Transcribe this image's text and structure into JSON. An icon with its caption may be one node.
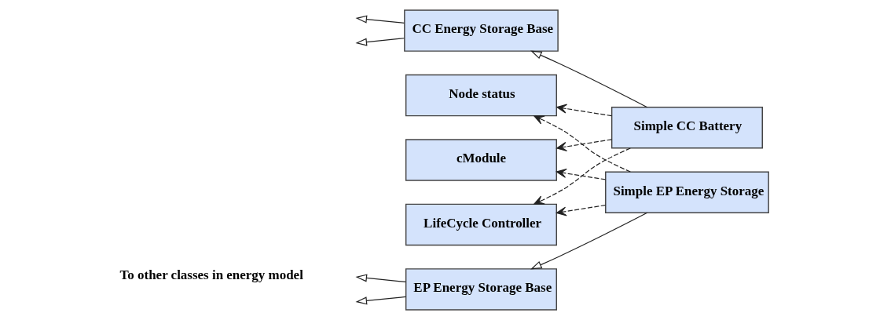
{
  "diagram": {
    "nodes": [
      {
        "text": [
          "Node status"
        ]
      },
      {
        "text": [
          "cModule"
        ]
      },
      {
        "text": [
          "LifeCycle Controller"
        ]
      },
      {
        "text": [
          "Simple EP Energy Storage"
        ]
      },
      {
        "text": [
          "Simple CC Battery"
        ]
      },
      {
        "text": [
          "EP Energy Storage Base"
        ]
      },
      {
        "text": [
          "CC Energy Storage Base"
        ]
      }
    ],
    "edges": [
      {
        "from": 3,
        "to": 0,
        "arrow": "to",
        "style": "dashed"
      },
      {
        "from": 3,
        "to": 1,
        "arrow": "to",
        "style": "dashed"
      },
      {
        "from": 3,
        "to": 2,
        "arrow": "to",
        "style": "dashed"
      },
      {
        "from": 4,
        "to": 0,
        "arrow": "to",
        "style": "dashed"
      },
      {
        "from": 4,
        "to": 1,
        "arrow": "to",
        "style": "dashed"
      },
      {
        "from": 4,
        "to": 2,
        "arrow": "to",
        "style": "dashed"
      },
      {
        "from": 3,
        "to": 5,
        "arrow": "to"
      },
      {
        "from": 4,
        "to": 6,
        "arrow": "to"
      },
      {
        "from": 5,
        "to": null,
        "arrow": "to"
      },
      {
        "from": 5,
        "to": null,
        "arrow": "to"
      },
      {
        "from": 6,
        "to": null,
        "arrow": "to"
      },
      {
        "from": 6,
        "to": null,
        "arrow": "to"
      }
    ],
    "labels": [
      "To other classes in energy model"
    ]
  }
}
